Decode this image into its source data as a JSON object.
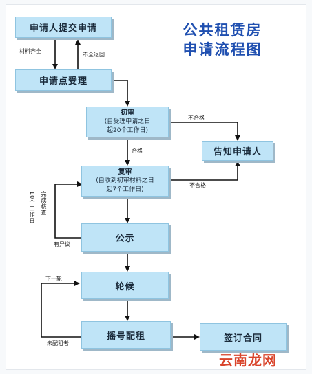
{
  "title": {
    "line1": "公共租赁房",
    "line2": "申请流程图"
  },
  "nodes": {
    "apply": "申请人提交申请",
    "accept": "申请点受理",
    "first_review": {
      "title": "初审",
      "line1": "(自受理申请之日",
      "line2": "起20个工作日)"
    },
    "notify": "告知申请人",
    "second_review": {
      "title": "复审",
      "line1": "(自收到初审材料之日",
      "line2": "起7个工作日)"
    },
    "publicize": "公示",
    "wait": "轮候",
    "lottery": "摇号配租",
    "contract": "签订合同"
  },
  "labels": {
    "materials_complete": "材料齐全",
    "incomplete_return": "不全退回",
    "fail_1": "不合格",
    "pass": "合格",
    "fail_2": "不合格",
    "ten_days": "10个工作日",
    "complete_verification": "完成核查",
    "objection": "有异议",
    "next_round": "下一轮",
    "not_allocated": "未配租者"
  },
  "watermark": "云南龙网"
}
